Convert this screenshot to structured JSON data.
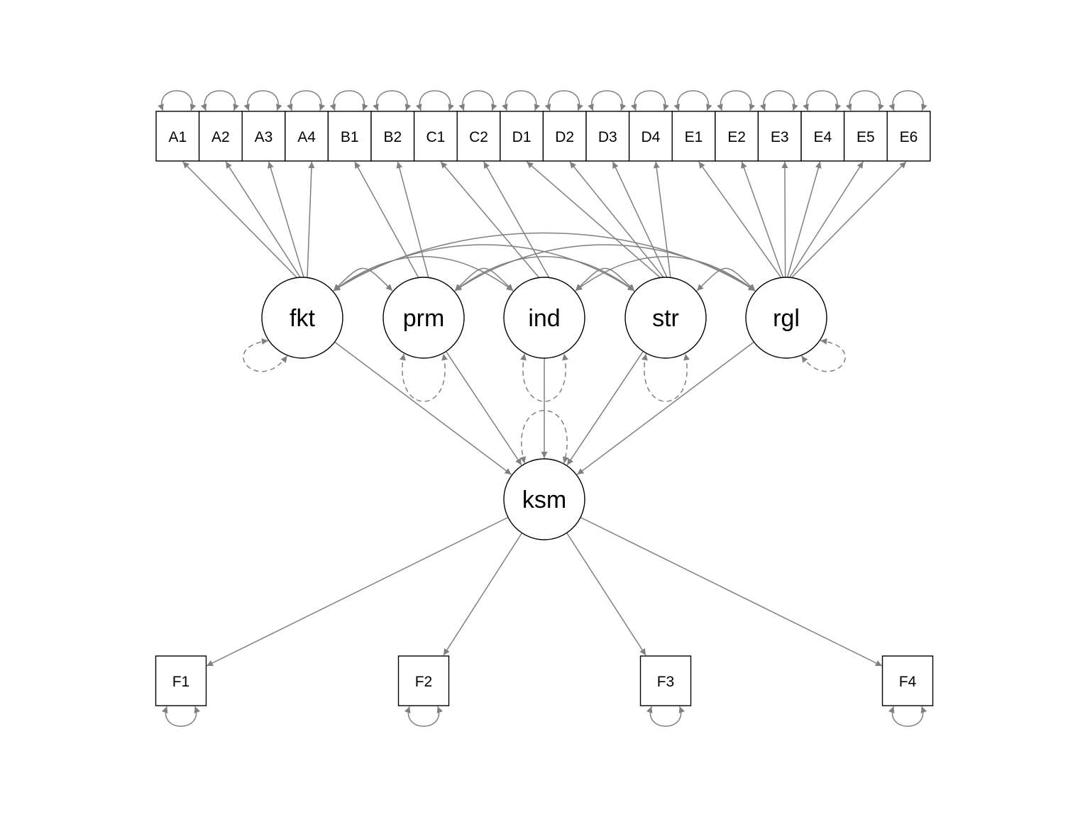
{
  "colors": {
    "edge": "#808080",
    "node_stroke": "#000000",
    "node_fill": "#ffffff"
  },
  "observed": [
    {
      "id": "A1",
      "label": "A1"
    },
    {
      "id": "A2",
      "label": "A2"
    },
    {
      "id": "A3",
      "label": "A3"
    },
    {
      "id": "A4",
      "label": "A4"
    },
    {
      "id": "B1",
      "label": "B1"
    },
    {
      "id": "B2",
      "label": "B2"
    },
    {
      "id": "C1",
      "label": "C1"
    },
    {
      "id": "C2",
      "label": "C2"
    },
    {
      "id": "D1",
      "label": "D1"
    },
    {
      "id": "D2",
      "label": "D2"
    },
    {
      "id": "D3",
      "label": "D3"
    },
    {
      "id": "D4",
      "label": "D4"
    },
    {
      "id": "E1",
      "label": "E1"
    },
    {
      "id": "E2",
      "label": "E2"
    },
    {
      "id": "E3",
      "label": "E3"
    },
    {
      "id": "E4",
      "label": "E4"
    },
    {
      "id": "E5",
      "label": "E5"
    },
    {
      "id": "E6",
      "label": "E6"
    },
    {
      "id": "F1",
      "label": "F1"
    },
    {
      "id": "F2",
      "label": "F2"
    },
    {
      "id": "F3",
      "label": "F3"
    },
    {
      "id": "F4",
      "label": "F4"
    }
  ],
  "latent": [
    {
      "id": "fkt",
      "label": "fkt"
    },
    {
      "id": "prm",
      "label": "prm"
    },
    {
      "id": "ind",
      "label": "ind"
    },
    {
      "id": "str",
      "label": "str"
    },
    {
      "id": "rgl",
      "label": "rgl"
    },
    {
      "id": "ksm",
      "label": "ksm"
    }
  ],
  "loadings": [
    {
      "from": "fkt",
      "to": [
        "A1",
        "A2",
        "A3",
        "A4"
      ]
    },
    {
      "from": "prm",
      "to": [
        "B1",
        "B2"
      ]
    },
    {
      "from": "ind",
      "to": [
        "C1",
        "C2"
      ]
    },
    {
      "from": "str",
      "to": [
        "D1",
        "D2",
        "D3",
        "D4"
      ]
    },
    {
      "from": "rgl",
      "to": [
        "E1",
        "E2",
        "E3",
        "E4",
        "E5",
        "E6"
      ]
    },
    {
      "from": "ksm",
      "to": [
        "F1",
        "F2",
        "F3",
        "F4"
      ]
    }
  ],
  "regressions": [
    {
      "from": "fkt",
      "to": "ksm"
    },
    {
      "from": "prm",
      "to": "ksm"
    },
    {
      "from": "ind",
      "to": "ksm"
    },
    {
      "from": "str",
      "to": "ksm"
    },
    {
      "from": "rgl",
      "to": "ksm"
    }
  ],
  "covariances": [
    [
      "fkt",
      "prm"
    ],
    [
      "fkt",
      "ind"
    ],
    [
      "fkt",
      "str"
    ],
    [
      "fkt",
      "rgl"
    ],
    [
      "prm",
      "ind"
    ],
    [
      "prm",
      "str"
    ],
    [
      "prm",
      "rgl"
    ],
    [
      "ind",
      "str"
    ],
    [
      "ind",
      "rgl"
    ],
    [
      "str",
      "rgl"
    ]
  ]
}
